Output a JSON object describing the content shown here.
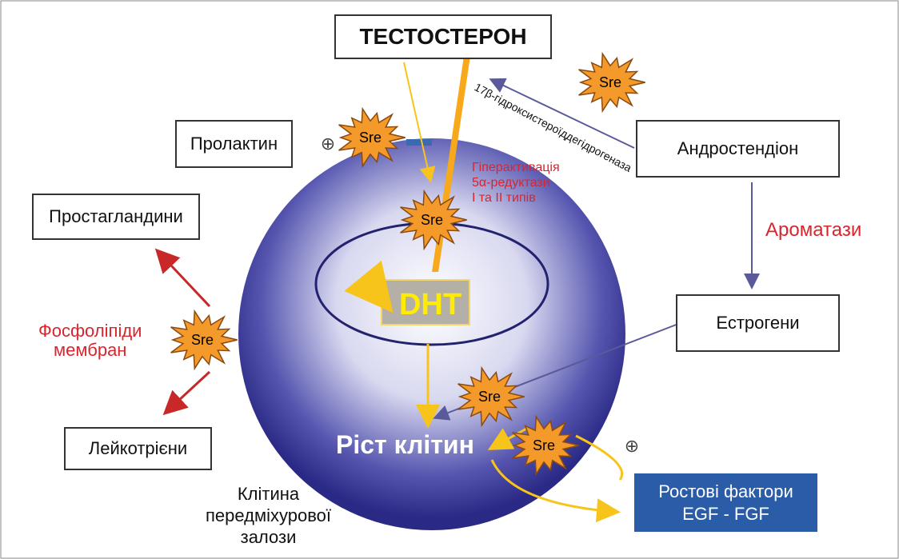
{
  "boxes": {
    "testosterone": "ТЕСТОСТЕРОН",
    "prolactin": "Пролактин",
    "androstenedione": "Андростендіон",
    "prostaglandins": "Простагландини",
    "estrogens": "Естрогени",
    "leukotrienes": "Лейкотрієни",
    "growth_factors_1": "Ростові фактори",
    "growth_factors_2": "EGF - FGF"
  },
  "labels": {
    "enzyme_17b": "17β-гідроксистероїддегідрогеназа",
    "hyperactivation_1": "Гіперактивація",
    "hyperactivation_2": "5α-редуктази",
    "hyperactivation_3": "І та ІІ типів",
    "aromatase": "Ароматази",
    "phospholipids_1": "Фосфоліпіди",
    "phospholipids_2": "мембран",
    "dht": "DHT",
    "cell_growth": "Ріст клітин",
    "cell_1": "Клітина",
    "cell_2": "передміхурової",
    "cell_3": "залози",
    "plus_symbol": "⊕"
  },
  "sre_label": "Sre",
  "colors": {
    "cell": "#2e2e8c",
    "sre": "#f39a2a",
    "red": "#d9252e",
    "yellow": "#f7c41b",
    "growth_box": "#2a5ca8",
    "arrow_blue": "#5a5a9a",
    "arrow_red": "#c82828"
  }
}
